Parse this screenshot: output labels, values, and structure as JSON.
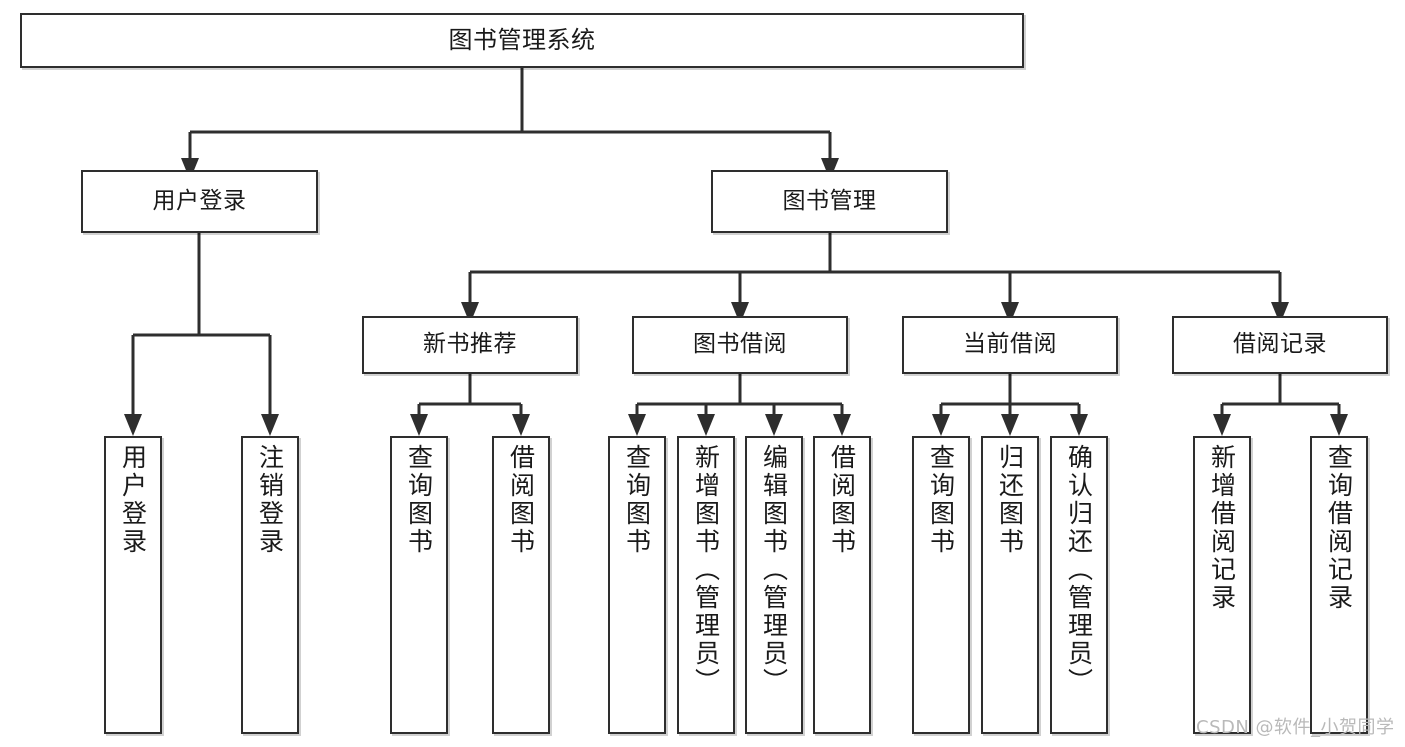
{
  "diagram": {
    "type": "org-tree",
    "title_node": {
      "id": "root",
      "label": "图书管理系统"
    },
    "level2": [
      {
        "id": "user-login",
        "label": "用户登录"
      },
      {
        "id": "book-manage",
        "label": "图书管理"
      }
    ],
    "level3": [
      {
        "id": "new-book-recommend",
        "label": "新书推荐"
      },
      {
        "id": "book-borrow",
        "label": "图书借阅"
      },
      {
        "id": "current-borrow",
        "label": "当前借阅"
      },
      {
        "id": "borrow-record",
        "label": "借阅记录"
      }
    ],
    "leaves": {
      "user_login": [
        {
          "id": "leaf-user-login",
          "label": "用户登录"
        },
        {
          "id": "leaf-logout",
          "label": "注销登录"
        }
      ],
      "new_book_recommend": [
        {
          "id": "leaf-query-book-1",
          "label": "查询图书"
        },
        {
          "id": "leaf-borrow-book-1",
          "label": "借阅图书"
        }
      ],
      "book_borrow": [
        {
          "id": "leaf-query-book-2",
          "label": "查询图书"
        },
        {
          "id": "leaf-add-book",
          "label": "新增图书（管理员）"
        },
        {
          "id": "leaf-edit-book",
          "label": "编辑图书（管理员）"
        },
        {
          "id": "leaf-borrow-book-2",
          "label": "借阅图书"
        }
      ],
      "current_borrow": [
        {
          "id": "leaf-query-book-3",
          "label": "查询图书"
        },
        {
          "id": "leaf-return-book",
          "label": "归还图书"
        },
        {
          "id": "leaf-confirm-return",
          "label": "确认归还（管理员）"
        }
      ],
      "borrow_record": [
        {
          "id": "leaf-add-record",
          "label": "新增借阅记录"
        },
        {
          "id": "leaf-query-record",
          "label": "查询借阅记录"
        }
      ]
    },
    "colors": {
      "stroke": "#2e2e2e",
      "fill": "#ffffff",
      "text": "#1a1a1a",
      "watermark": "#b9b9b9"
    }
  },
  "watermark": {
    "text": "CSDN @软件_小贺同学"
  }
}
